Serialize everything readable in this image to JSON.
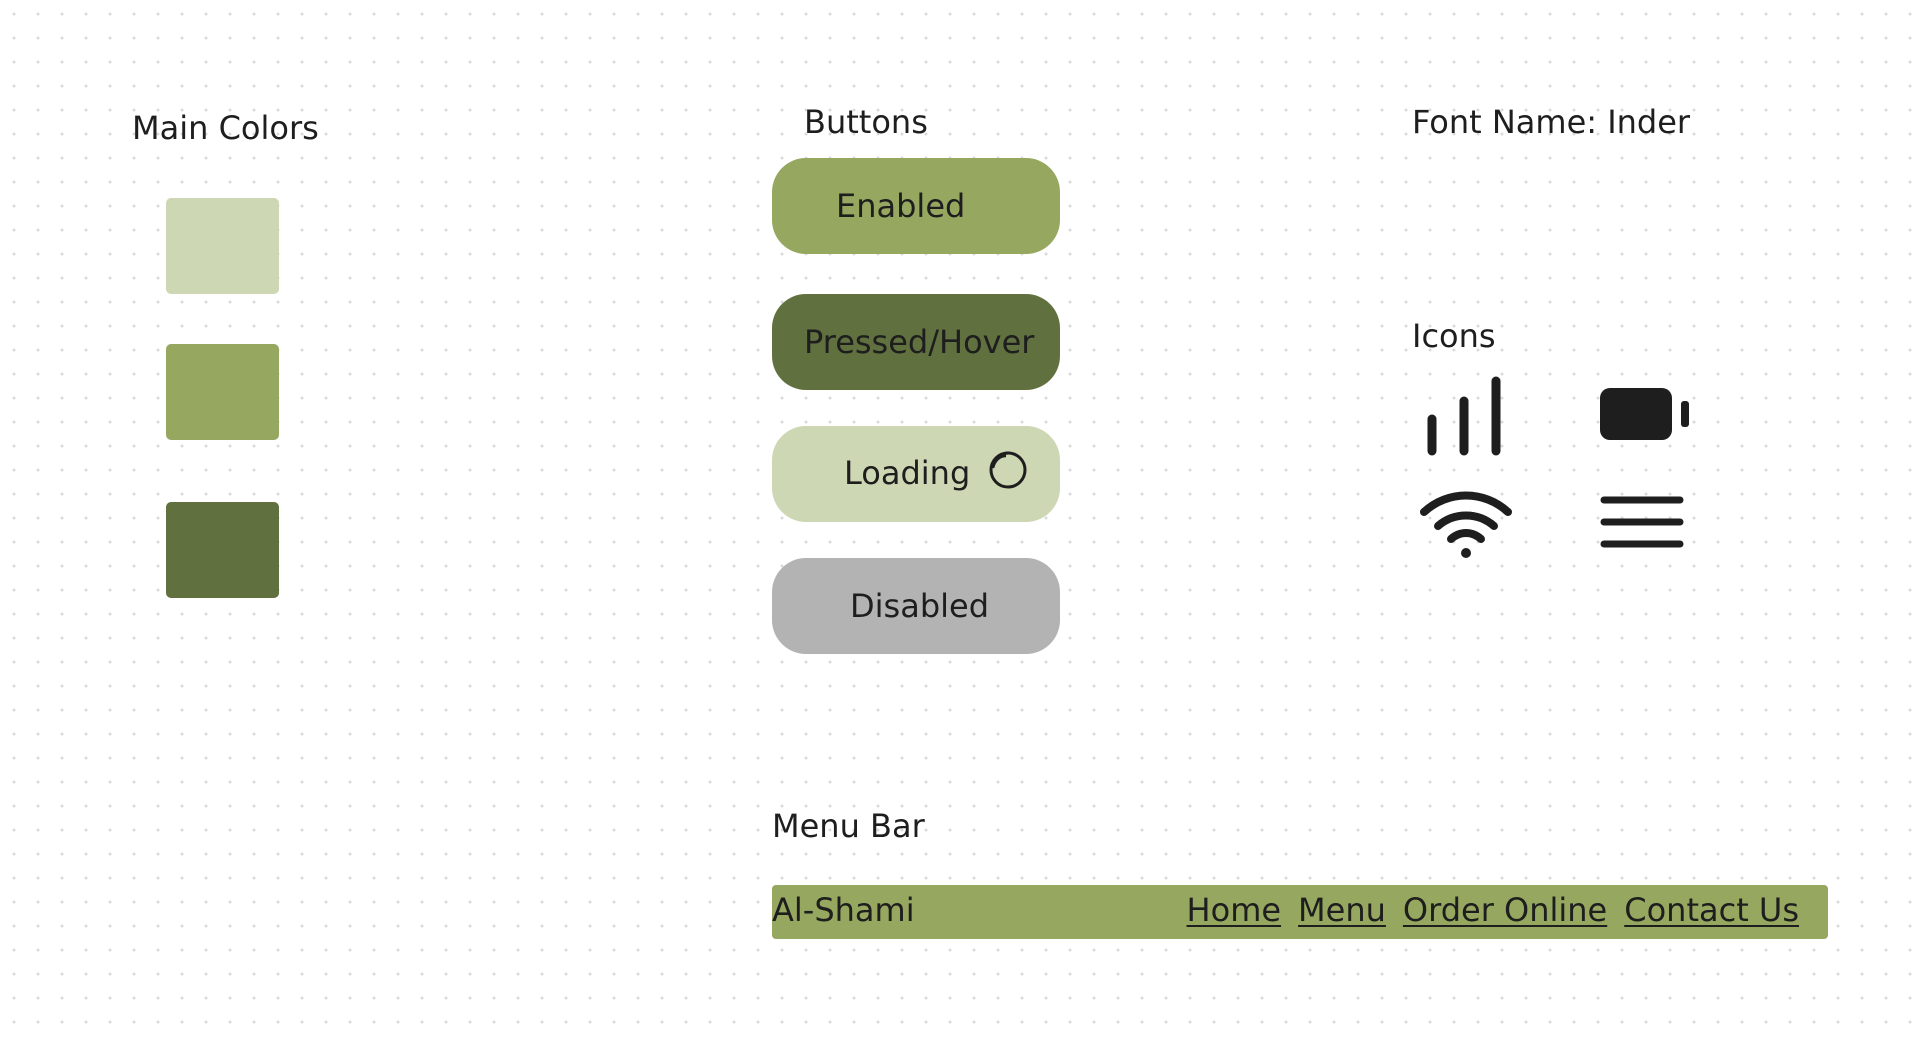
{
  "sections": {
    "main_colors_title": "Main Colors",
    "buttons_title": "Buttons",
    "font_title": "Font Name: Inder",
    "icons_title": "Icons",
    "menu_bar_title": "Menu Bar"
  },
  "colors": {
    "light": "#cdd7b3",
    "medium": "#96a860",
    "dark": "#61703f",
    "disabled": "#b3b3b3",
    "text": "#1e1e1e"
  },
  "buttons": {
    "enabled_label": "Enabled",
    "pressed_label": "Pressed/Hover",
    "loading_label": "Loading",
    "disabled_label": "Disabled"
  },
  "icons": [
    {
      "name": "signal-bars-icon"
    },
    {
      "name": "battery-icon"
    },
    {
      "name": "wifi-icon"
    },
    {
      "name": "hamburger-menu-icon"
    },
    {
      "name": "loading-spinner-icon"
    }
  ],
  "menu_bar": {
    "brand": "Al-Shami",
    "links": [
      "Home",
      "Menu",
      "Order Online",
      "Contact Us"
    ]
  }
}
